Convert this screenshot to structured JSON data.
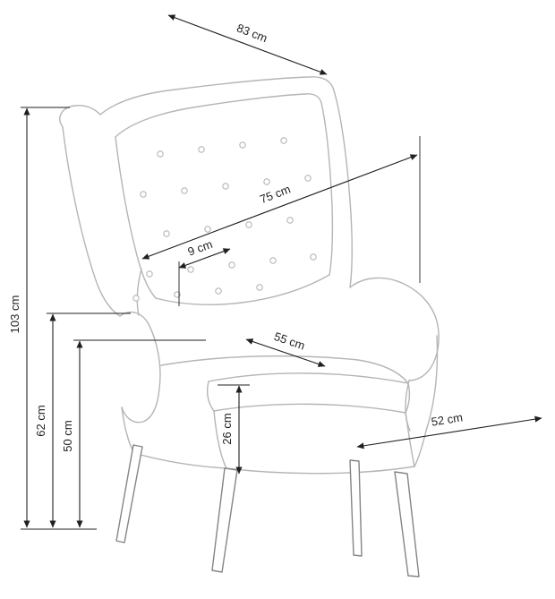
{
  "colors": {
    "background": "#ffffff",
    "chair_line": "#b5b5b5",
    "leg_line": "#858585",
    "dimension_line": "#1f1f1f"
  },
  "dimensions": {
    "d83": {
      "label": "83 cm"
    },
    "d75": {
      "label": "75 cm"
    },
    "d9": {
      "label": "9 cm"
    },
    "d103": {
      "label": "103 cm"
    },
    "d62": {
      "label": "62 cm"
    },
    "d50": {
      "label": "50 cm"
    },
    "d55": {
      "label": "55 cm"
    },
    "d26": {
      "label": "26 cm"
    },
    "d52": {
      "label": "52 cm"
    }
  }
}
